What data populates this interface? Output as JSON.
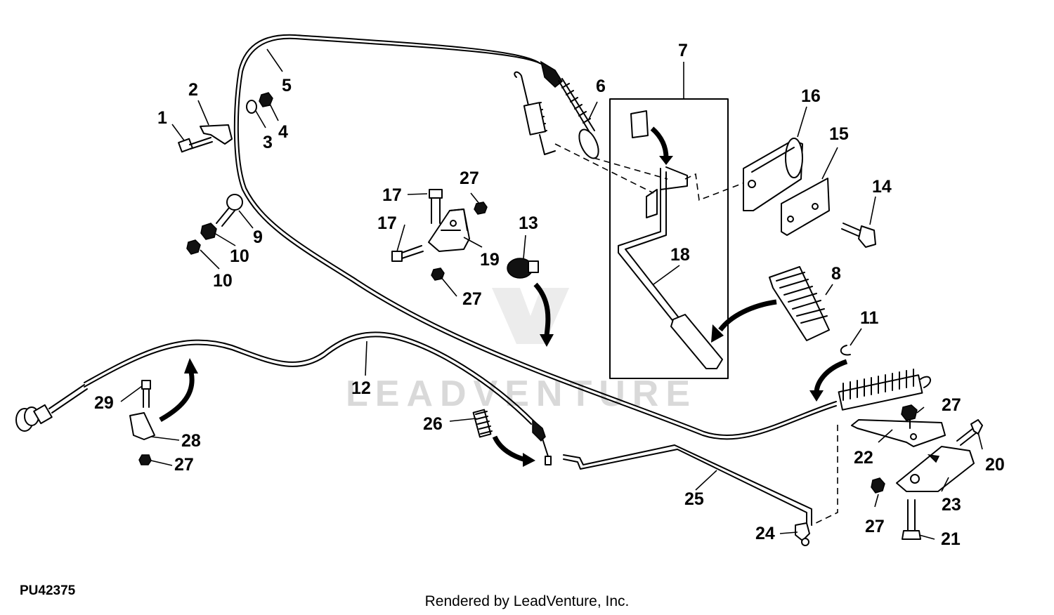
{
  "diagram": {
    "figure_id": "PU42375",
    "credit": "Rendered by LeadVenture, Inc.",
    "watermark": "LEADVENTURE",
    "callouts": [
      {
        "id": "c1",
        "label": "1"
      },
      {
        "id": "c2",
        "label": "2"
      },
      {
        "id": "c3",
        "label": "3"
      },
      {
        "id": "c4",
        "label": "4"
      },
      {
        "id": "c5",
        "label": "5"
      },
      {
        "id": "c6",
        "label": "6"
      },
      {
        "id": "c7",
        "label": "7"
      },
      {
        "id": "c8",
        "label": "8"
      },
      {
        "id": "c9",
        "label": "9"
      },
      {
        "id": "c10a",
        "label": "10"
      },
      {
        "id": "c10b",
        "label": "10"
      },
      {
        "id": "c11",
        "label": "11"
      },
      {
        "id": "c12",
        "label": "12"
      },
      {
        "id": "c13",
        "label": "13"
      },
      {
        "id": "c14",
        "label": "14"
      },
      {
        "id": "c15",
        "label": "15"
      },
      {
        "id": "c16",
        "label": "16"
      },
      {
        "id": "c17a",
        "label": "17"
      },
      {
        "id": "c17b",
        "label": "17"
      },
      {
        "id": "c18",
        "label": "18"
      },
      {
        "id": "c19",
        "label": "19"
      },
      {
        "id": "c20",
        "label": "20"
      },
      {
        "id": "c21",
        "label": "21"
      },
      {
        "id": "c22",
        "label": "22"
      },
      {
        "id": "c23",
        "label": "23"
      },
      {
        "id": "c24",
        "label": "24"
      },
      {
        "id": "c25",
        "label": "25"
      },
      {
        "id": "c26",
        "label": "26"
      },
      {
        "id": "c27a",
        "label": "27"
      },
      {
        "id": "c27b",
        "label": "27"
      },
      {
        "id": "c27c",
        "label": "27"
      },
      {
        "id": "c27d",
        "label": "27"
      },
      {
        "id": "c27e",
        "label": "27"
      },
      {
        "id": "c28",
        "label": "28"
      },
      {
        "id": "c29",
        "label": "29"
      }
    ]
  }
}
